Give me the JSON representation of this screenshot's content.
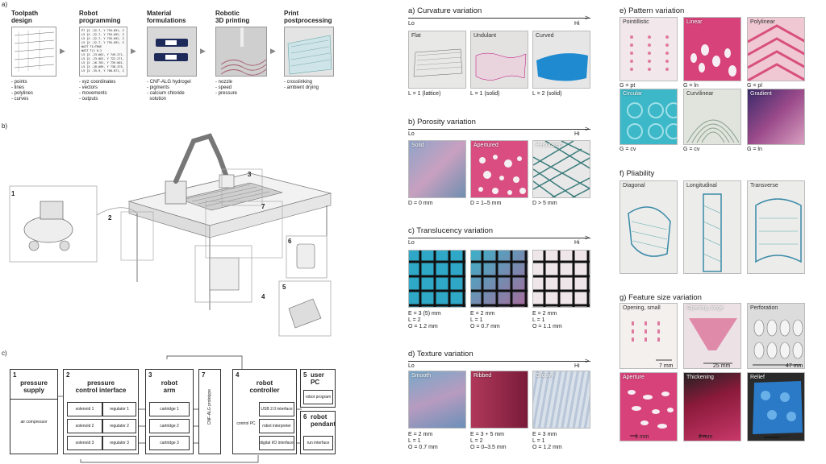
{
  "panel_a": {
    "label": "a)",
    "steps": [
      {
        "title1": "Toolpath",
        "title2": "design",
        "items": [
          "- points",
          "- lines",
          "- polylines",
          "- curves"
        ]
      },
      {
        "title1": "Robot",
        "title2": "programming",
        "items": [
          "- xyz coordinates",
          "- vectors",
          "- movements",
          "- outputs"
        ]
      },
      {
        "title1": "Material",
        "title2": "formulations",
        "items": [
          "- CNF-ALG hydrogel",
          "- pigments",
          "- calcium chloride",
          "  solution"
        ]
      },
      {
        "title1": "Robotic",
        "title2": "3D printing",
        "items": [
          "- nozzle",
          "- speed",
          "- pressure"
        ]
      },
      {
        "title1": "Print",
        "title2": "postprocessing",
        "items": [
          "- crosslinking",
          "- ambient drying"
        ]
      }
    ],
    "code_lines": [
      "P7 [X -22.7, Y 755.691, Z",
      "L5 [X -22.7, Y 755.692, Z",
      "L5 [X -22.7, Y 755.692, Z",
      "L5 [X -22.7, Y 755.692, Z",
      "WAIT T1=TRUE",
      "WAIT T(1 0.2",
      "L5 [X -23.662, Y 749.271,",
      "L5 [X -23.662, Y 722.271,",
      "L5 [X -26.781, Y 739.001,",
      "L5 [X -28.609, Y 738.375,",
      "L5 [X -35.9, Y 700.871, Z"
    ]
  },
  "panel_b": {
    "label": "b)",
    "callouts": [
      "1",
      "2",
      "3",
      "4",
      "5",
      "6",
      "7"
    ]
  },
  "panel_c": {
    "label": "c)",
    "pressure_supply": {
      "num": "1",
      "title1": "pressure",
      "title2": "supply",
      "item": "air compressor"
    },
    "control_interface": {
      "num": "2",
      "title1": "pressure",
      "title2": "control interface",
      "solenoids": [
        "solenoid 1",
        "solenoid 2",
        "solenoid 3"
      ],
      "regulators": [
        "regulator 1",
        "regulator 2",
        "regulator 3"
      ]
    },
    "robot_arm": {
      "num": "3",
      "title1": "robot",
      "title2": "arm",
      "cartridges": [
        "cartridge 1",
        "cartridge 2",
        "cartridge 3"
      ]
    },
    "prototype": {
      "num": "7",
      "text": "CNF-ALG prototype"
    },
    "controller": {
      "num": "4",
      "title1": "robot",
      "title2": "controller",
      "control_pc": "control PC",
      "interfaces": [
        "USB 2.0 interface",
        "robot interpreter",
        "digital I/O interface"
      ]
    },
    "user_pc": {
      "num": "5",
      "title1": "user",
      "title2": "PC",
      "item": "robot program"
    },
    "pendant": {
      "num": "6",
      "title1": "robot",
      "title2": "pendant",
      "item": "run interface"
    }
  },
  "mid": {
    "lo": "Lo",
    "hi": "Hi",
    "curvature": {
      "title": "a) Curvature variation",
      "photos": [
        "Flat",
        "Undulant",
        "Curved"
      ],
      "caps": [
        [
          "L = 1 (lattice)"
        ],
        [
          "L = 1 (solid)"
        ],
        [
          "L = 2 (solid)"
        ]
      ]
    },
    "porosity": {
      "title": "b) Porosity variation",
      "photos": [
        "Solid",
        "Apertured",
        "Perforated"
      ],
      "caps": [
        [
          "D = 0 mm"
        ],
        [
          "D = 1–5 mm"
        ],
        [
          "D > 5 mm"
        ]
      ]
    },
    "translucency": {
      "title": "c) Translucency variation",
      "photos": [
        "",
        "",
        ""
      ],
      "caps": [
        [
          "E = 3 (5) mm",
          "L = 2",
          "O = 1.2 mm"
        ],
        [
          "E = 2 mm",
          "L = 1",
          "O = 0.7 mm"
        ],
        [
          "E = 2 mm",
          "L = 1",
          "O = 1.1 mm"
        ]
      ]
    },
    "texture": {
      "title": "d) Texture variation",
      "photos": [
        "Smooth",
        "Ribbed",
        "Groovy"
      ],
      "caps": [
        [
          "E = 2 mm",
          "L = 1",
          "O = 0.7 mm"
        ],
        [
          "E = 3 + 5 mm",
          "L = 2",
          "O = 0–3.5 mm"
        ],
        [
          "E = 3 mm",
          "L = 1",
          "O = 1.2 mm"
        ]
      ]
    }
  },
  "right": {
    "pattern": {
      "title": "e) Pattern variation",
      "photos": [
        "Pointillistic",
        "Linear",
        "Polylinear",
        "Circular",
        "Curvilinear",
        "Gradient"
      ],
      "caps": [
        "G = pt",
        "G = ln",
        "G = pl",
        "G = cv",
        "G = cv",
        "G = ln"
      ]
    },
    "pliability": {
      "title": "f) Pliability",
      "photos": [
        "Diagonal",
        "Longitudinal",
        "Transverse"
      ]
    },
    "feature": {
      "title": "g) Feature size variation",
      "photos": [
        "Opening, small",
        "Opening, large",
        "Perforation",
        "Aperture",
        "Thickening",
        "Relief"
      ],
      "dims": [
        "7 mm",
        "25 mm",
        "47 mm",
        "1 mm",
        "2 mm",
        "15 mm"
      ]
    }
  },
  "colors": {
    "pink": "#d8507e",
    "teal": "#3cb8c8",
    "blue": "#2a86c8",
    "burgundy": "#8a1a3a"
  }
}
